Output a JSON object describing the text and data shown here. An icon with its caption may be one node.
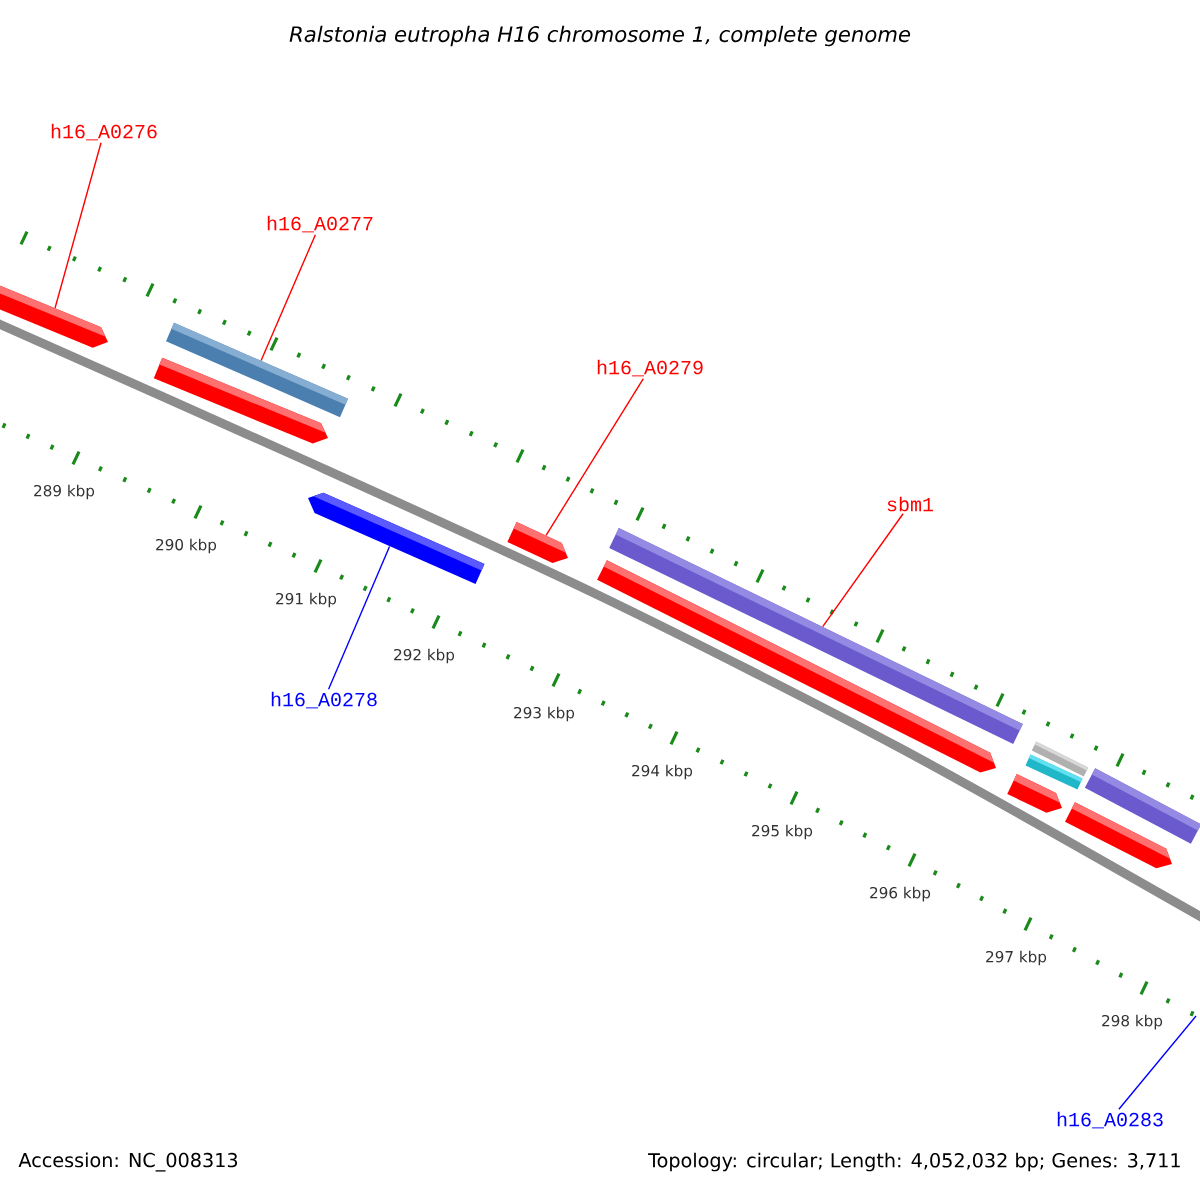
{
  "diagram": {
    "title": "Ralstonia eutropha H16 chromosome 1, complete genome",
    "nodes": [
      {
        "text": [
          "h16_A0276"
        ]
      },
      {
        "text": [
          "h16_A0277"
        ]
      },
      {
        "text": [
          "h16_A0279"
        ]
      },
      {
        "text": [
          "sbm1"
        ]
      },
      {
        "text": [
          "h16_A0278"
        ]
      },
      {
        "text": [
          "h16_A0283"
        ]
      },
      {
        "text": [],
        "shape": "bar"
      },
      {
        "text": [],
        "shape": "bar"
      },
      {
        "text": [],
        "shape": "bar"
      },
      {
        "text": [],
        "shape": "bar"
      },
      {
        "text": [],
        "shape": "bar"
      },
      {
        "text": [],
        "shape": "bar"
      },
      {
        "text": [],
        "shape": "bar"
      },
      {
        "text": [],
        "shape": "bar"
      },
      {
        "text": [],
        "shape": "bar"
      },
      {
        "text": [],
        "shape": "bar"
      },
      {
        "text": [],
        "shape": "bar"
      },
      {
        "text": [],
        "shape": "bar"
      }
    ],
    "edges": [
      {
        "from": 0,
        "to": 6,
        "arrow": "none"
      },
      {
        "from": 1,
        "to": 8,
        "arrow": "none"
      },
      {
        "from": 2,
        "to": 10,
        "arrow": "none"
      },
      {
        "from": 3,
        "to": 12,
        "arrow": "none"
      },
      {
        "from": 4,
        "to": 9,
        "arrow": "none",
        "color": "#0000ff"
      },
      {
        "from": 5,
        "to": null,
        "arrow": "none",
        "color": "#0000ff"
      }
    ],
    "labels": [
      "289 kbp",
      "290 kbp",
      "291 kbp",
      "292 kbp",
      "293 kbp",
      "294 kbp",
      "295 kbp",
      "296 kbp",
      "297 kbp",
      "298 kbp",
      "Accession: NC_008313",
      "Topology: circular; Length: 4,052,032 bp; Genes: 3,711"
    ]
  }
}
